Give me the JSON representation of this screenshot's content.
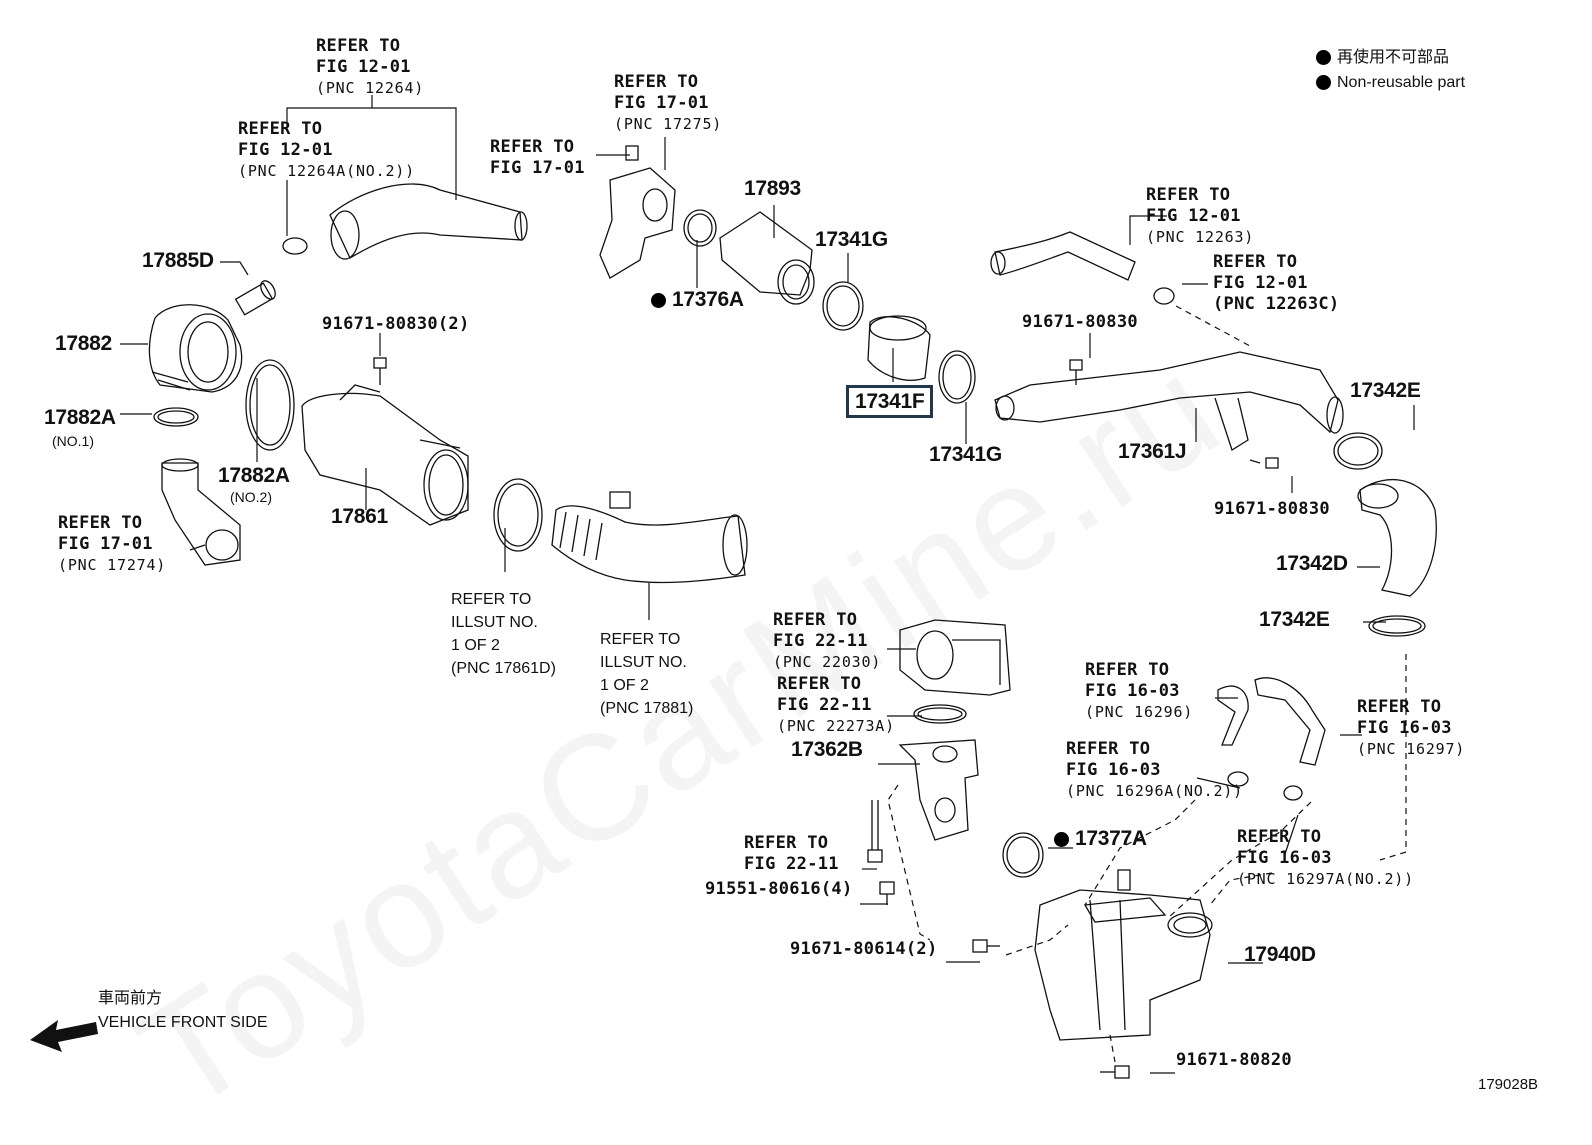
{
  "legend": {
    "jp": "再使用不可部品",
    "en": "Non-reusable part"
  },
  "watermark": "ToyotaCarMine.ru",
  "figure_code": "179028B",
  "front_side": {
    "jp": "車両前方",
    "en": "VEHICLE FRONT SIDE"
  },
  "parts": {
    "p17885D": "17885D",
    "p17882": "17882",
    "p17882A_1": "17882A",
    "p17882A_1_note": "(NO.1)",
    "p17882A_2": "17882A",
    "p17882A_2_note": "(NO.2)",
    "p17861": "17861",
    "p91671_80830_2": "91671-80830(2)",
    "p17893": "17893",
    "p17376A": "17376A",
    "p17341G_a": "17341G",
    "p17341F": "17341F",
    "p17341G_b": "17341G",
    "p91671_80830_a": "91671-80830",
    "p17361J": "17361J",
    "p17342E_a": "17342E",
    "p91671_80830_b": "91671-80830",
    "p17342D": "17342D",
    "p17342E_b": "17342E",
    "p17362B": "17362B",
    "p17377A": "17377A",
    "p91551_80616": "91551-80616(4)",
    "p91671_80614": "91671-80614(2)",
    "p17940D": "17940D",
    "p91671_80820": "91671-80820"
  },
  "refs": {
    "r1": [
      "REFER TO",
      "FIG 12-01",
      "(PNC 12264)"
    ],
    "r2": [
      "REFER TO",
      "FIG 12-01",
      "(PNC 12264A(NO.2))"
    ],
    "r3": [
      "REFER TO",
      "FIG 17-01",
      "(PNC 17275)"
    ],
    "r4": [
      "REFER TO",
      "FIG 17-01"
    ],
    "r5": [
      "REFER TO",
      "FIG 12-01",
      "(PNC 12263)"
    ],
    "r6": [
      "REFER TO",
      "FIG 12-01",
      "(PNC 12263C)"
    ],
    "r7": [
      "REFER TO",
      "FIG 17-01",
      "(PNC 17274)"
    ],
    "r8": [
      "REFER TO",
      "ILLSUT NO.",
      "1 OF 2",
      "(PNC 17861D)"
    ],
    "r9": [
      "REFER TO",
      "ILLSUT NO.",
      "1 OF 2",
      "(PNC 17881)"
    ],
    "r10": [
      "REFER TO",
      "FIG 22-11",
      "(PNC 22030)"
    ],
    "r11": [
      "REFER TO",
      "FIG 22-11",
      "(PNC 22273A)"
    ],
    "r12": [
      "REFER TO",
      "FIG 16-03",
      "(PNC 16296)"
    ],
    "r13": [
      "REFER TO",
      "FIG 16-03",
      "(PNC 16296A(NO.2))"
    ],
    "r14": [
      "REFER TO",
      "FIG 16-03",
      "(PNC 16297)"
    ],
    "r15": [
      "REFER TO",
      "FIG 16-03",
      "(PNC 16297A(NO.2))"
    ],
    "r16": [
      "REFER TO",
      "FIG 22-11"
    ]
  }
}
